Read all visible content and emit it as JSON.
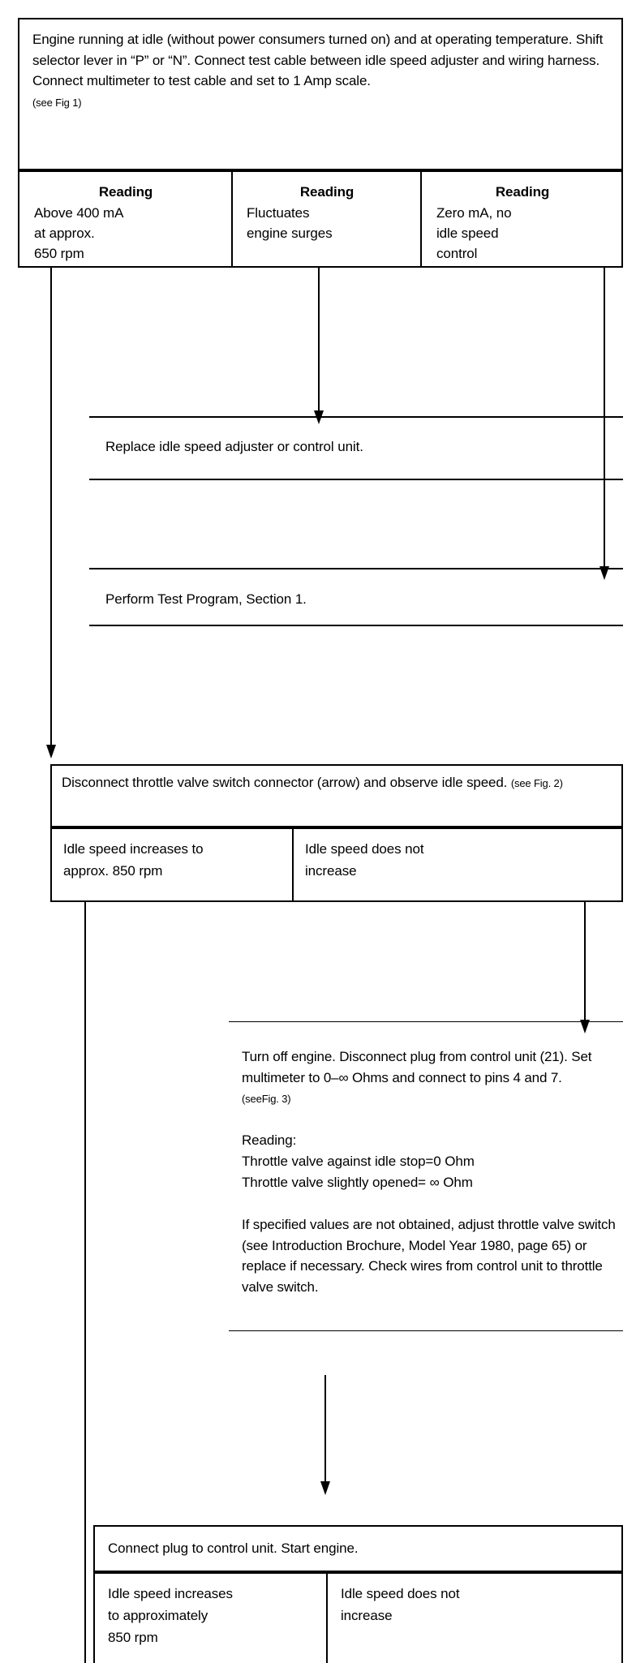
{
  "document": {
    "kind": "troubleshooting-flowchart",
    "subject": "Idle speed control diagnosis"
  },
  "step1": {
    "instruction": "Engine running at idle (without power consumers turned on) and at operating temperature. Shift selector lever in “P” or “N”. Connect test cable between idle speed adjuster and wiring harness. Connect multimeter to test cable and set to 1 Amp scale.",
    "figure_note": "(see Fig 1)",
    "results": [
      {
        "heading": "Reading",
        "line1": "Above 400 mA",
        "line2": "at approx.",
        "line3": "650 rpm"
      },
      {
        "heading": "Reading",
        "line1": "Fluctuates",
        "line2": "engine surges",
        "line3": ""
      },
      {
        "heading": "Reading",
        "line1": "Zero mA, no",
        "line2": "idle speed",
        "line3": "control"
      }
    ]
  },
  "action_replace": {
    "text": "Replace idle speed adjuster or control unit."
  },
  "action_test_program": {
    "text": "Perform Test Program, Section 1."
  },
  "step2": {
    "instruction": "Disconnect throttle valve switch connector (arrow) and observe idle speed.",
    "figure_note": "(see Fig. 2)",
    "results": [
      {
        "line1": "Idle speed increases to",
        "line2": "approx. 850 rpm"
      },
      {
        "line1": "Idle speed does not",
        "line2": "increase"
      }
    ]
  },
  "step3": {
    "paragraph1": "Turn off engine. Disconnect plug from control unit (21). Set multimeter to 0–∞ Ohms and connect to pins 4 and 7.",
    "figure_note": "(seeFig. 3)",
    "reading_label": "Reading:",
    "reading_line1": "Throttle valve against idle stop=0 Ohm",
    "reading_line2": "Throttle valve slightly opened= ∞ Ohm",
    "paragraph2": "If specified values are not obtained, adjust throttle valve switch (see Introduction Brochure, Model Year 1980, page 65) or replace if necessary. Check wires from control unit to throttle valve switch."
  },
  "step4": {
    "instruction": "Connect plug to control unit. Start engine.",
    "results": [
      {
        "line1": "Idle speed increases",
        "line2": "to approximately",
        "line3": "850 rpm"
      },
      {
        "line1": "Idle speed does not",
        "line2": "increase",
        "line3": ""
      }
    ]
  },
  "colors": {
    "ink": "#000000",
    "paper": "#ffffff"
  }
}
